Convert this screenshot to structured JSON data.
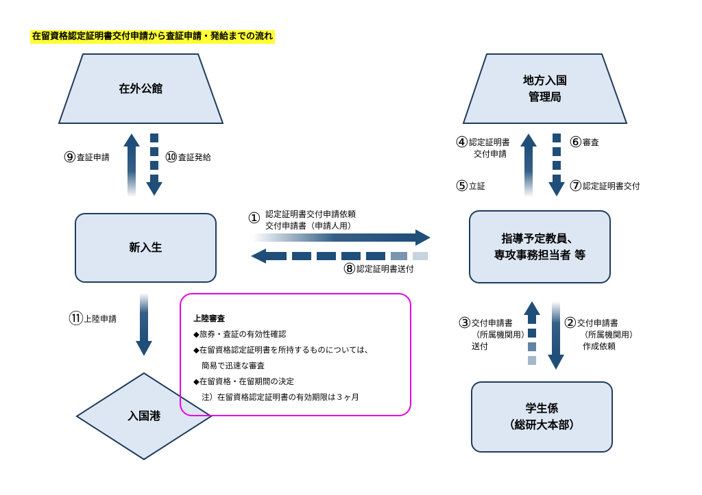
{
  "title": "在留資格認定証明書交付申請から査証申請・発給までの流れ",
  "nodes": {
    "embassy": "在外公館",
    "immigration_line1": "地方入国",
    "immigration_line2": "管理局",
    "student": "新入生",
    "supervisor_line1": "指導予定教員、",
    "supervisor_line2": "専攻事務担当者 等",
    "port": "入国港",
    "office_line1": "学生係",
    "office_line2": "（総研大本部）"
  },
  "steps": {
    "s1_num": "①",
    "s1_line1": "認定証明書交付申請依頼",
    "s1_line2": "交付申請書（申請人用）",
    "s2_num": "②",
    "s2_line1": "交付申請書",
    "s2_line2": "（所属機関用）",
    "s2_line3": "作成依頼",
    "s3_num": "③",
    "s3_line1": "交付申請書",
    "s3_line2": "（所属機関用）",
    "s3_line3": "送付",
    "s4_num": "④",
    "s4_line1": "認定証明書",
    "s4_line2": "交付申請",
    "s5_num": "⑤",
    "s5_label": "立証",
    "s6_num": "⑥",
    "s6_label": "審査",
    "s7_num": "⑦",
    "s7_label": "認定証明書交付",
    "s8_num": "⑧",
    "s8_label": "認定証明書送付",
    "s9_num": "⑨",
    "s9_label": "査証申請",
    "s10_num": "⑩",
    "s10_label": "査証発給",
    "s11_num": "⑪",
    "s11_label": "上陸申請"
  },
  "note": {
    "heading": "上陸審査",
    "line1": "◆旅券・査証の有効性確認",
    "line2": "◆在留資格認定証明書を所持するものについては、",
    "line3": "簡易で迅速な審査",
    "line4": "◆在留資格・在留期間の決定",
    "line5": "注）在留資格認定証明書の有効期限は３ヶ月"
  },
  "colors": {
    "node_fill": "#dde7f3",
    "node_stroke": "#1f3b5c",
    "arrow": "#1f4e79",
    "note_border": "#e600e6",
    "title_bg": "#ffff33"
  }
}
